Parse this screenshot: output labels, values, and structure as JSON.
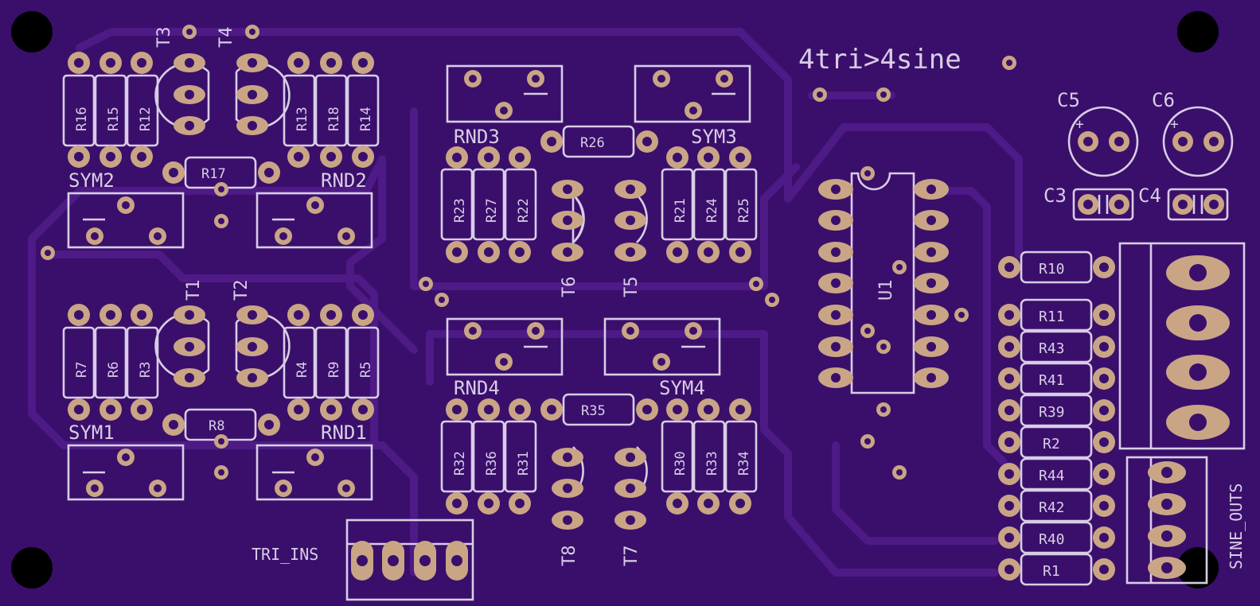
{
  "board": {
    "title": "4tri>4sine",
    "colors": {
      "substrate": "#3a0f6b",
      "pads": "#c9a585",
      "silkscreen": "#d8cde6",
      "mount_holes": "#000000"
    }
  },
  "connectors": {
    "tri_ins": "TRI_INS",
    "sine_outs": "SINE_OUTS"
  },
  "ic": "U1",
  "trimmers": {
    "sym1": "SYM1",
    "rnd1": "RND1",
    "sym2": "SYM2",
    "rnd2": "RND2",
    "rnd3": "RND3",
    "sym3": "SYM3",
    "rnd4": "RND4",
    "sym4": "SYM4"
  },
  "transistors": {
    "t1": "T1",
    "t2": "T2",
    "t3": "T3",
    "t4": "T4",
    "t5": "T5",
    "t6": "T6",
    "t7": "T7",
    "t8": "T8"
  },
  "capacitors": {
    "c3": "C3",
    "c4": "C4",
    "c5": "C5",
    "c6": "C6"
  },
  "resistors": {
    "r16": "R16",
    "r15": "R15",
    "r12": "R12",
    "r13": "R13",
    "r18": "R18",
    "r14": "R14",
    "r17": "R17",
    "r7": "R7",
    "r6": "R6",
    "r3": "R3",
    "r4": "R4",
    "r9": "R9",
    "r5": "R5",
    "r8": "R8",
    "r23": "R23",
    "r27": "R27",
    "r22": "R22",
    "r21": "R21",
    "r24": "R24",
    "r25": "R25",
    "r26": "R26",
    "r32": "R32",
    "r36": "R36",
    "r31": "R31",
    "r30": "R30",
    "r33": "R33",
    "r34": "R34",
    "r35": "R35",
    "r10": "R10",
    "r11": "R11",
    "r43": "R43",
    "r41": "R41",
    "r39": "R39",
    "r2": "R2",
    "r44": "R44",
    "r42": "R42",
    "r40": "R40",
    "r1": "R1"
  }
}
